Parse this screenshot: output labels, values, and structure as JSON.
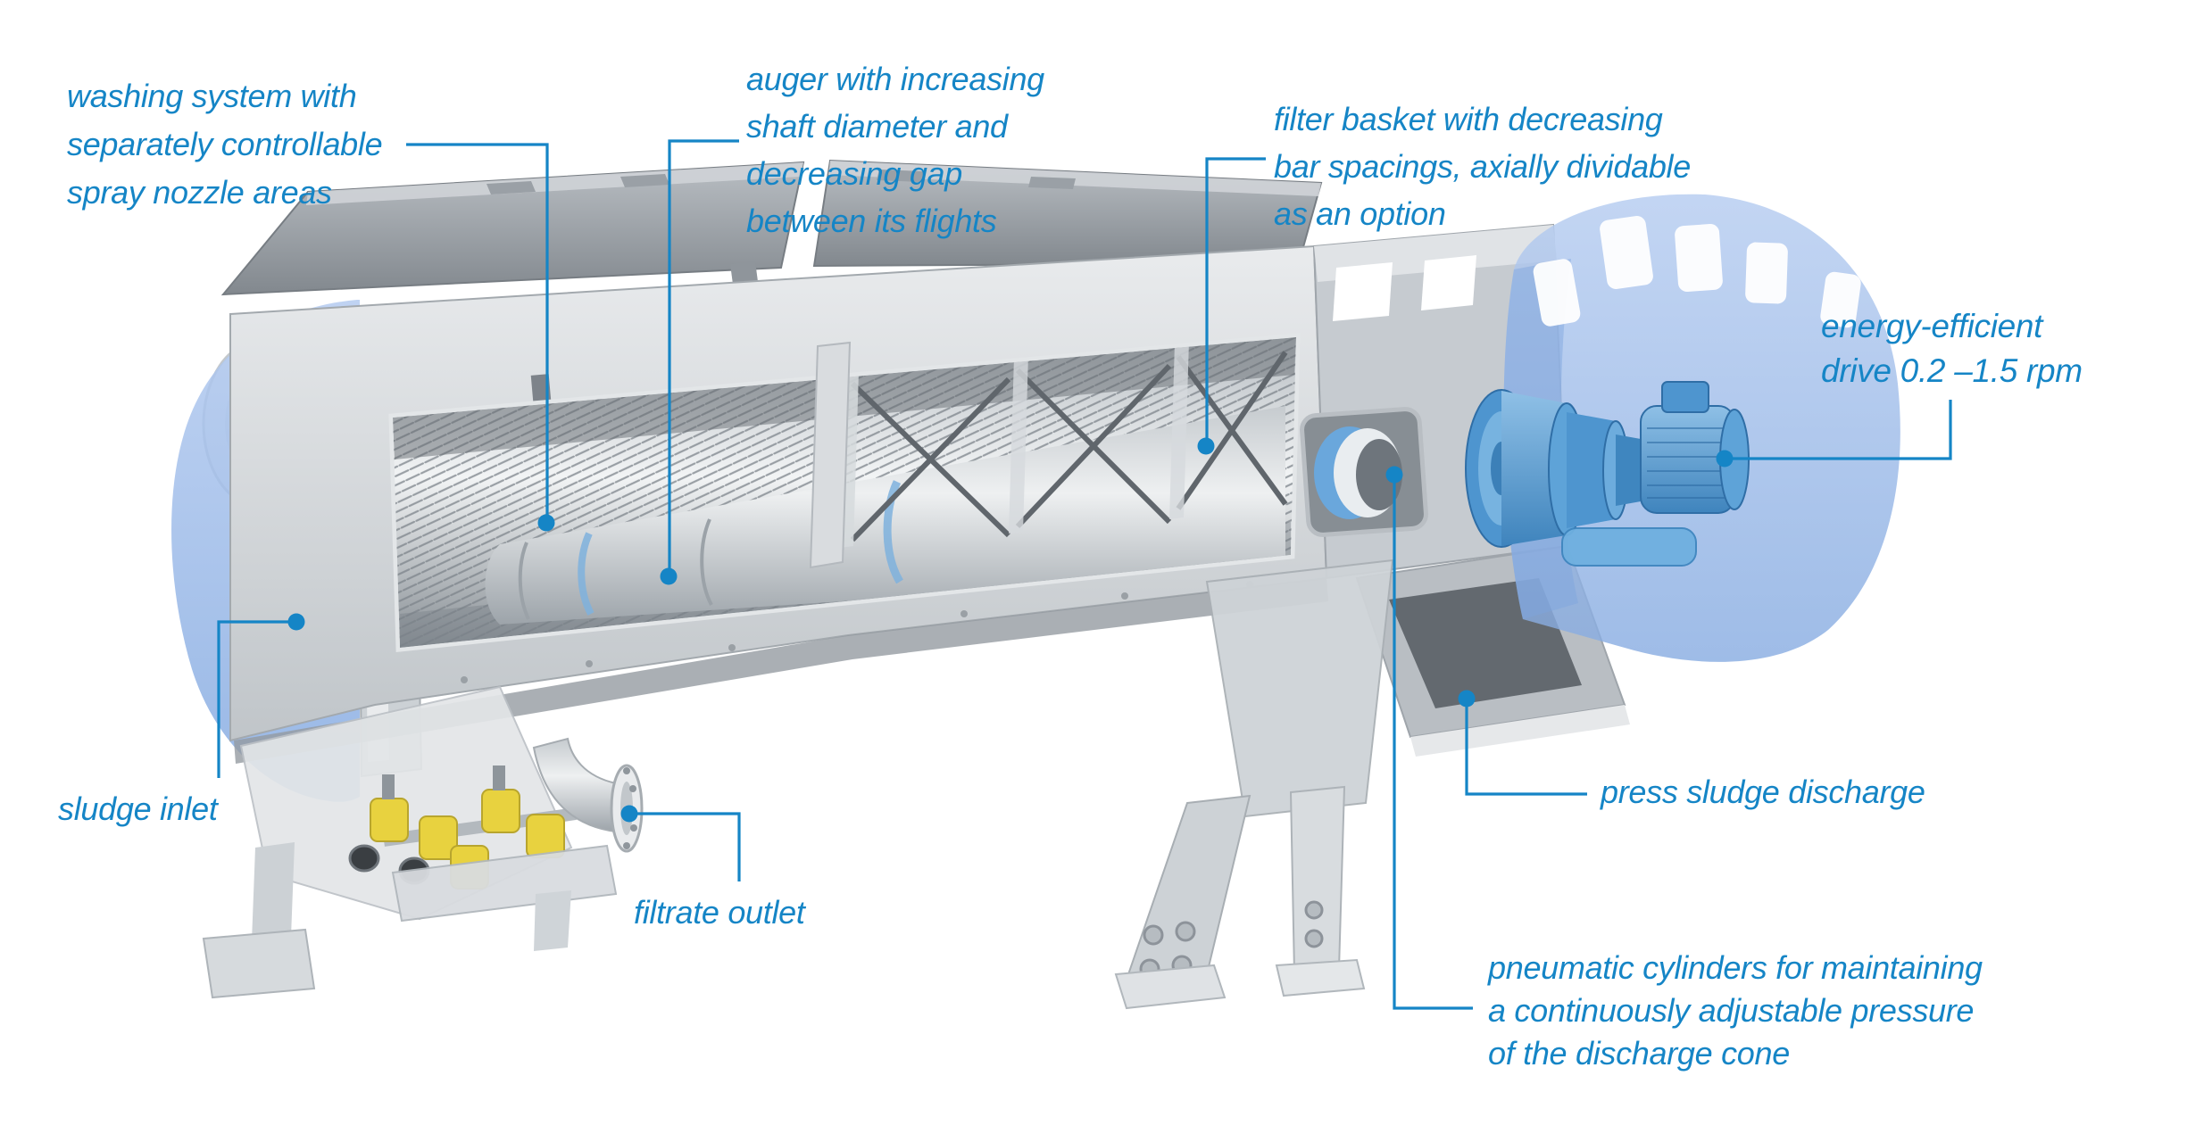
{
  "diagram": {
    "subject": "screw press cutaway machine diagram",
    "background": "#ffffff"
  },
  "colors": {
    "label_blue": "#1585c6",
    "hood_blue": "#9db9e8",
    "drive_blue": "#4e95cf",
    "machine_light": "#d5d9dc",
    "machine_dark": "#8f959b",
    "valve_yellow": "#e8d23f"
  },
  "labels": {
    "washing_system": {
      "lines": [
        "washing system with",
        "separately controllable",
        "spray nozzle areas"
      ]
    },
    "auger": {
      "lines": [
        "auger with increasing",
        "shaft diameter and",
        "decreasing gap",
        "between its flights"
      ]
    },
    "filter_basket": {
      "lines": [
        "filter basket with decreasing",
        "bar spacings, axially dividable",
        "as an option"
      ]
    },
    "drive": {
      "lines": [
        "energy-efficient",
        "drive 0.2 –1.5 rpm"
      ]
    },
    "sludge_inlet": {
      "lines": [
        "sludge inlet"
      ]
    },
    "filtrate_outlet": {
      "lines": [
        "filtrate outlet"
      ]
    },
    "press_sludge_discharge": {
      "lines": [
        "press sludge discharge"
      ]
    },
    "pneumatic_cylinders": {
      "lines": [
        "pneumatic cylinders for maintaining",
        "a continuously adjustable pressure",
        "of the discharge cone"
      ]
    }
  }
}
